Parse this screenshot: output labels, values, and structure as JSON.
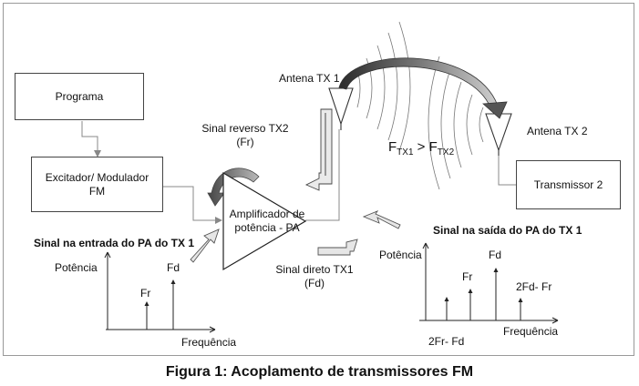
{
  "boxes": {
    "programa": "Programa",
    "excitador": "Excitador/ Modulador\nFM",
    "transmissor2": "Transmissor 2"
  },
  "amplifier_label": "Amplificador de\npotência - PA",
  "antenna_tx1": "Antena TX 1",
  "antenna_tx2": "Antena TX 2",
  "signal_reverse": "Sinal reverso TX2\n(Fr)",
  "signal_direct": "Sinal direto TX1\n(Fd)",
  "frequency_relation": {
    "f": "F",
    "sub1": "TX1",
    "op": " > ",
    "sub2": "TX2"
  },
  "input_chart": {
    "title": "Sinal na entrada do PA do TX 1",
    "ylabel": "Potência",
    "xlabel": "Frequência",
    "label_fr": "Fr",
    "label_fd": "Fd"
  },
  "output_chart": {
    "title": "Sinal na saída do PA do TX 1",
    "ylabel": "Potência",
    "xlabel": "Frequência",
    "label_2frfd": "2Fr- Fd",
    "label_fr": "Fr",
    "label_fd": "Fd",
    "label_2fdfr": "2Fd- Fr"
  },
  "caption": "Figura 1: Acoplamento de transmissores FM"
}
